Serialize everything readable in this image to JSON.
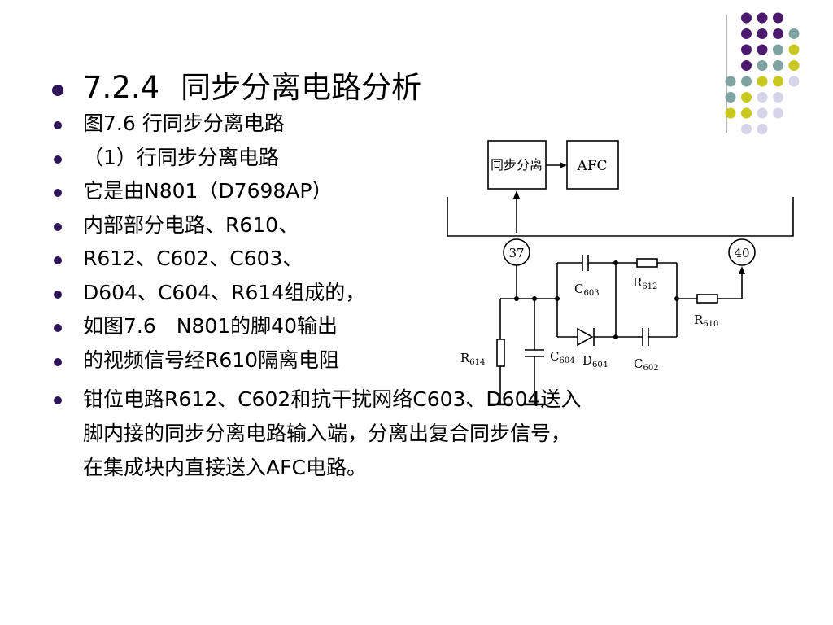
{
  "slide": {
    "title_number": "7.2.4",
    "title_text": "同步分离电路分析",
    "bullets": [
      "图7.6  行同步分离电路",
      "（1）行同步分离电路",
      "它是由N801（D7698AP）",
      "内部部分电路、R610、",
      "R612、C602、C603、",
      "D604、C604、R614组成的，",
      "如图7.6　N801的脚40输出",
      "的视频信号经R610隔离电阻"
    ],
    "last_bullet_lines": [
      "钳位电路R612、C602和抗干扰网络C603、D604送入",
      "脚内接的同步分离电路输入端，分离出复合同步信号，",
      "在集成块内直接送入AFC电路。"
    ]
  },
  "circuit": {
    "block_sync": "同步分离",
    "block_afc": "AFC",
    "pin_37": "37",
    "pin_40": "40",
    "c603": "C",
    "c603_sub": "603",
    "r612": "R",
    "r612_sub": "612",
    "r610": "R",
    "r610_sub": "610",
    "r614": "R",
    "r614_sub": "614",
    "c604": "C",
    "c604_sub": "604",
    "d604": "D",
    "d604_sub": "604",
    "c602": "C",
    "c602_sub": "602"
  },
  "colors": {
    "purple": "#4b1a6e",
    "teal": "#7ea3a0",
    "yellow": "#c8c81e",
    "lavender": "#d6d4e8",
    "bullet": "#2d1459"
  }
}
